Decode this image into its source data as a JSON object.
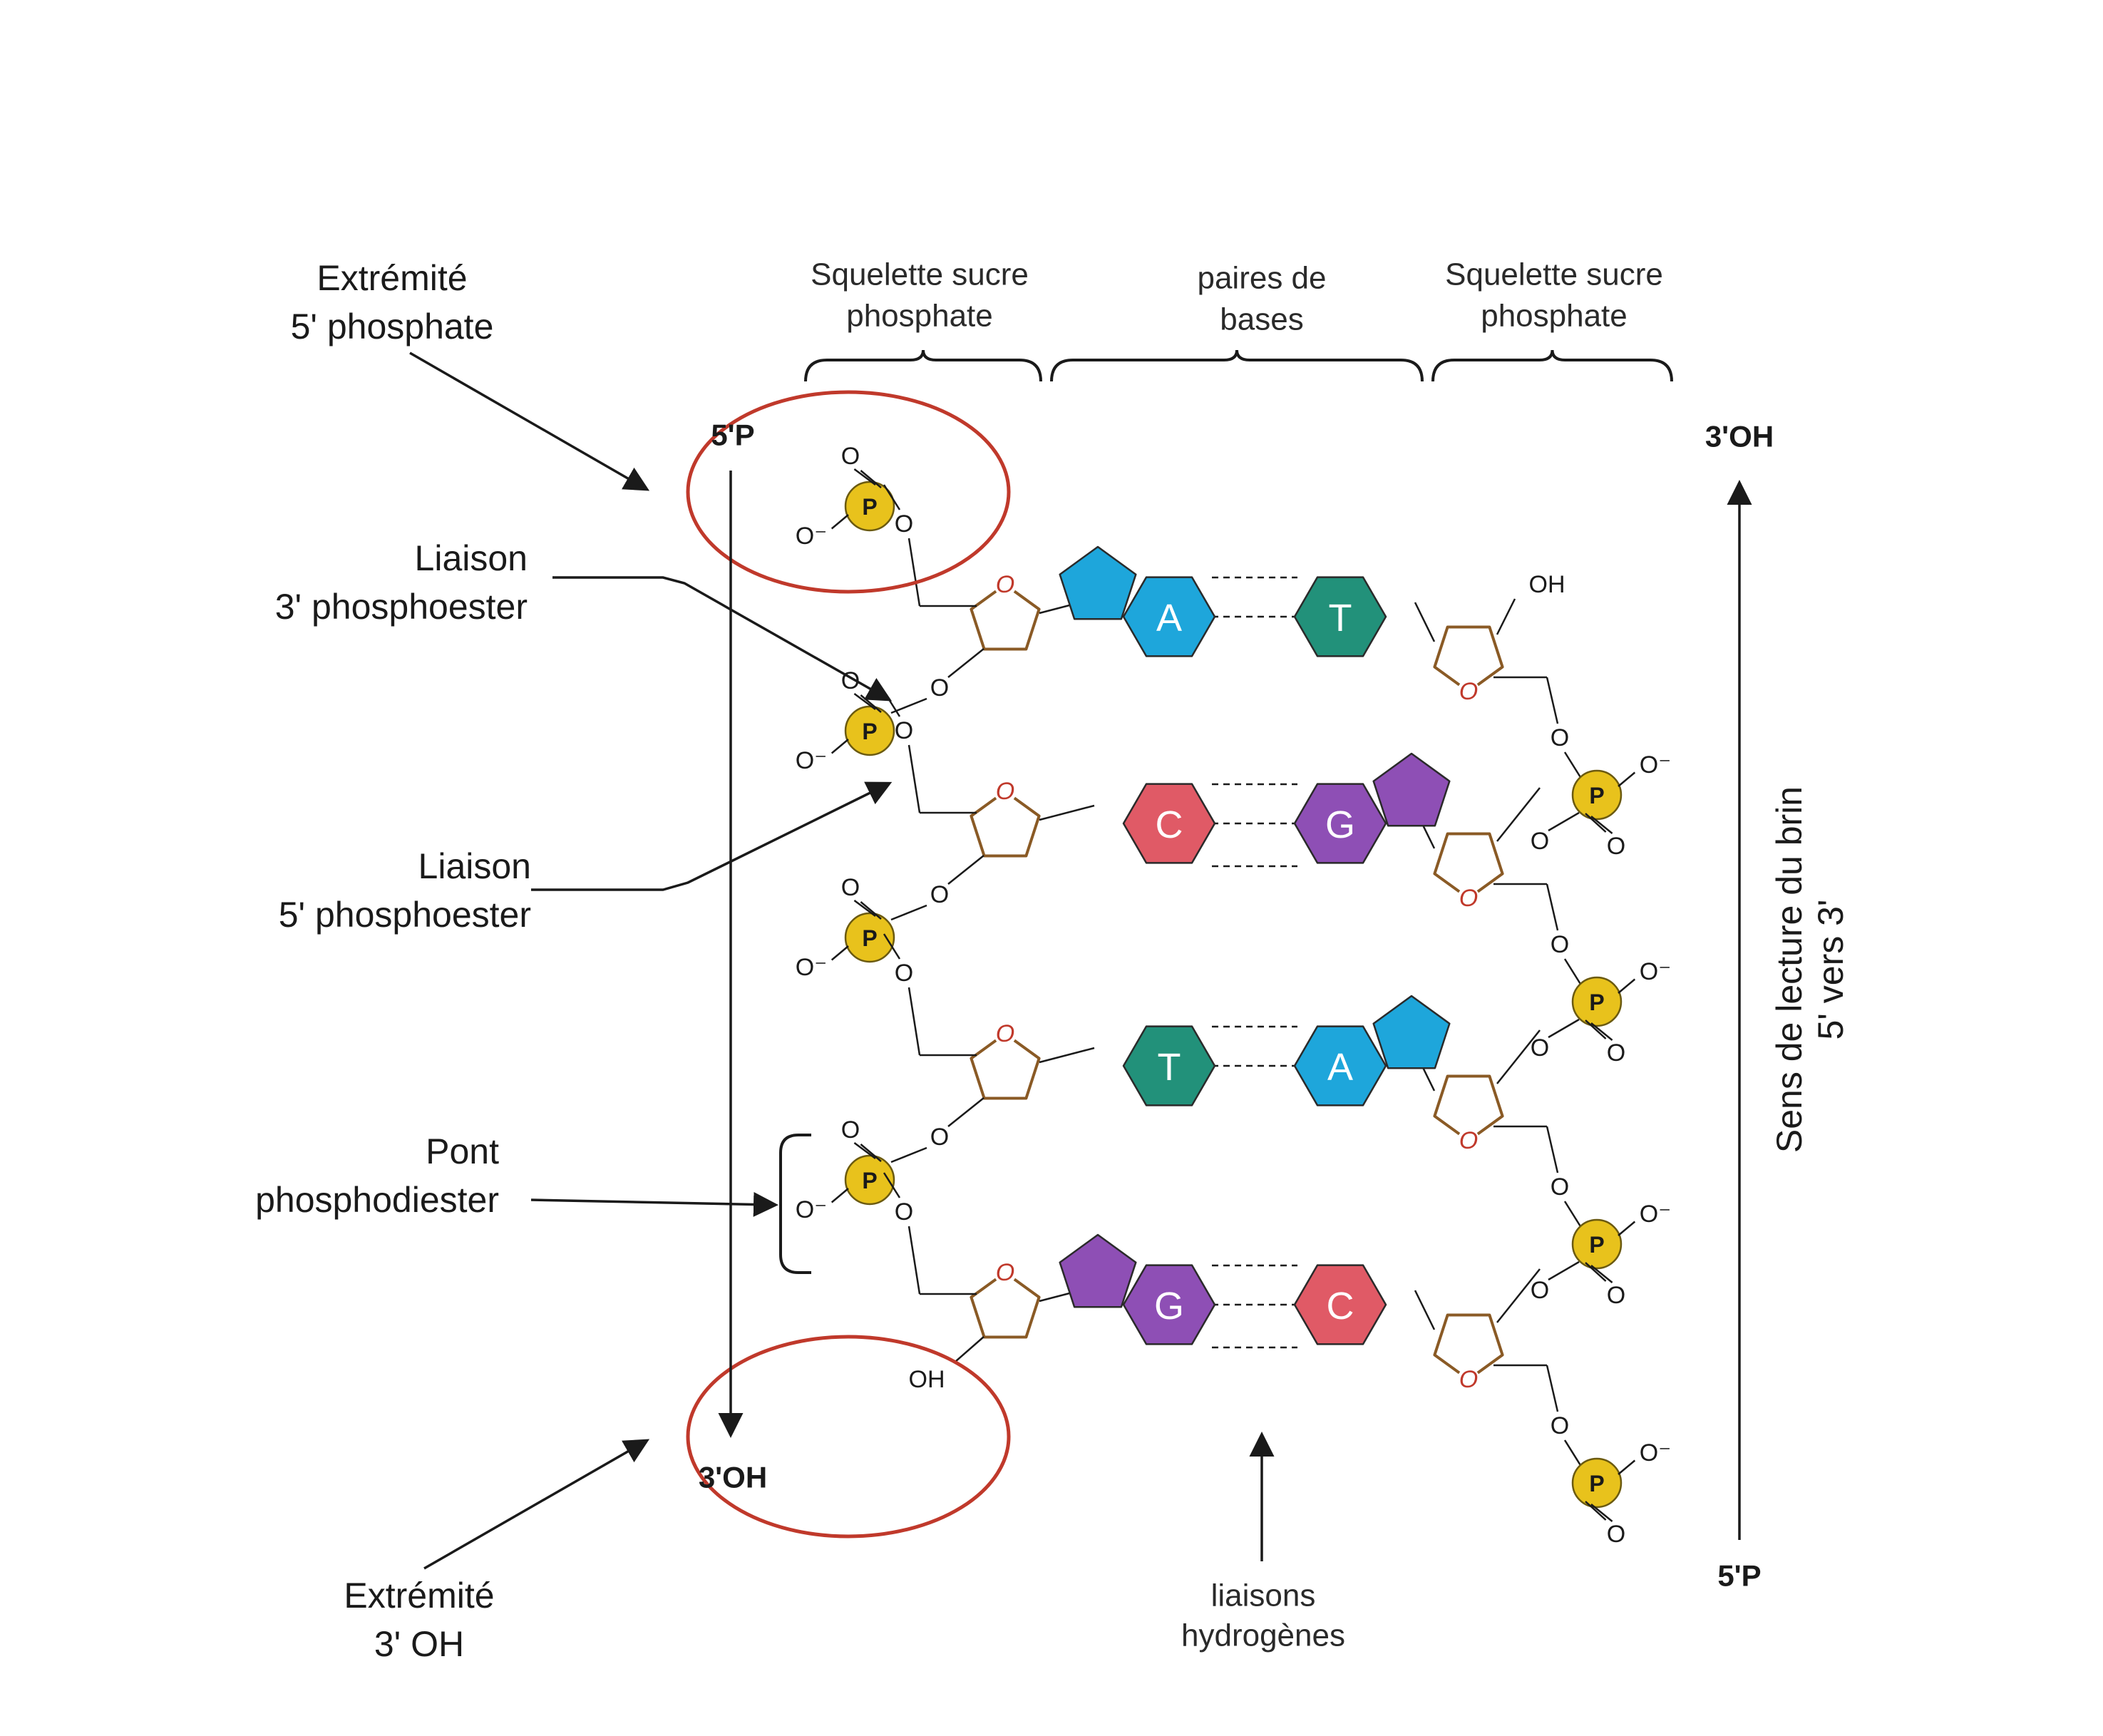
{
  "colors": {
    "adenine": "#1ea6db",
    "thymine": "#22917a",
    "cytosine": "#e05a66",
    "guanine": "#8e4fb5",
    "phosphate": "#e8c21c",
    "sugar": "#8a5a25",
    "highlight": "#c0392b",
    "line": "#1a1a1a"
  },
  "header": {
    "backbone_left": [
      "Squelette sucre",
      "phosphate"
    ],
    "base_pairs": [
      "paires de",
      "bases"
    ],
    "backbone_right": [
      "Squelette sucre",
      "phosphate"
    ]
  },
  "labels": {
    "end_5p": [
      "Extrémité",
      "5' phosphate"
    ],
    "bond_3p": [
      "Liaison",
      "3' phosphoester"
    ],
    "bond_5p": [
      "Liaison",
      "5' phosphoester"
    ],
    "bridge": [
      "Pont",
      "phosphodiester"
    ],
    "end_3oh": [
      "Extrémité",
      "3' OH"
    ],
    "hbonds": [
      "liaisons",
      "hydrogènes"
    ],
    "reading_dir": [
      "Sens de lecture du brin",
      "5' vers 3'"
    ]
  },
  "strand_ends": {
    "left_top": "5'P",
    "left_bottom": "3'OH",
    "right_top": "3'OH",
    "right_bottom": "5'P"
  },
  "atoms": {
    "oxygen": "O",
    "o_minus": "O⁻",
    "hydroxyl": "OH",
    "phosphorus": "P"
  },
  "base_pairs": [
    {
      "left": "A",
      "right": "T"
    },
    {
      "left": "C",
      "right": "G"
    },
    {
      "left": "T",
      "right": "A"
    },
    {
      "left": "G",
      "right": "C"
    }
  ]
}
